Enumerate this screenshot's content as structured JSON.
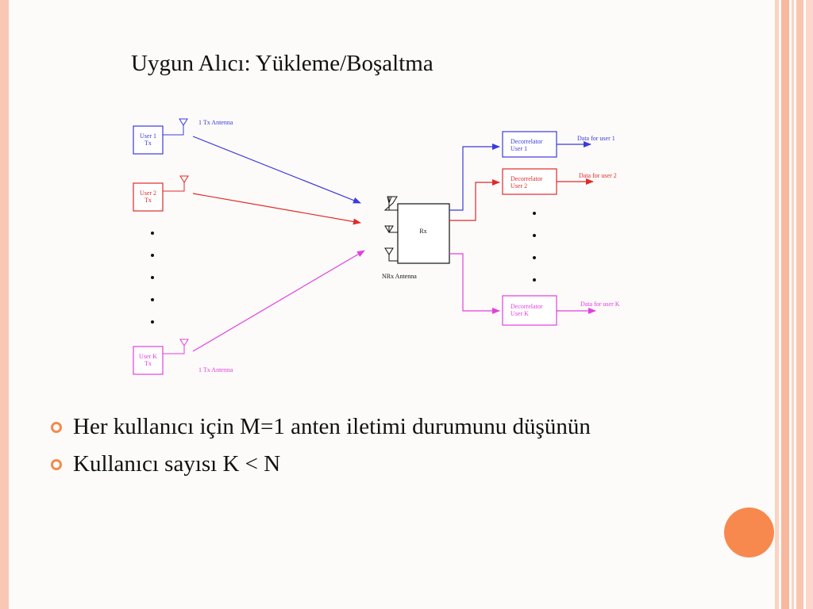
{
  "slide": {
    "title": "Uygun Alıcı: Yükleme/Boşaltma",
    "bullets": [
      "Her kullanıcı için M=1 anten iletimi durumunu düşünün",
      "Kullanıcı sayısı K < N"
    ]
  },
  "diagram": {
    "transmitters": [
      {
        "line1": "User 1",
        "line2": "Tx",
        "color": "#3b3bdc"
      },
      {
        "line1": "User 2",
        "line2": "Tx",
        "color": "#e02a2a"
      },
      {
        "line1": "User K",
        "line2": "Tx",
        "color": "#e23fe0"
      }
    ],
    "tx_antenna_label_top": "1 Tx Antenna",
    "tx_antenna_label_bottom": "1 Tx Antenna",
    "receiver_label": "Rx",
    "rx_antenna_label": "NRx Antenna",
    "decorrelators": [
      {
        "line1": "Decorrelator",
        "line2": "User 1",
        "output": "Data for user 1",
        "color": "#3b3bdc"
      },
      {
        "line1": "Decorrelator",
        "line2": "User 2",
        "output": "Data for user 2",
        "color": "#e02a2a"
      },
      {
        "line1": "Decorrelator",
        "line2": "User K",
        "output": "Data for user K",
        "color": "#e23fe0"
      }
    ]
  },
  "colors": {
    "accent": "#f58a4b",
    "left_border": "#f9c8b4"
  }
}
